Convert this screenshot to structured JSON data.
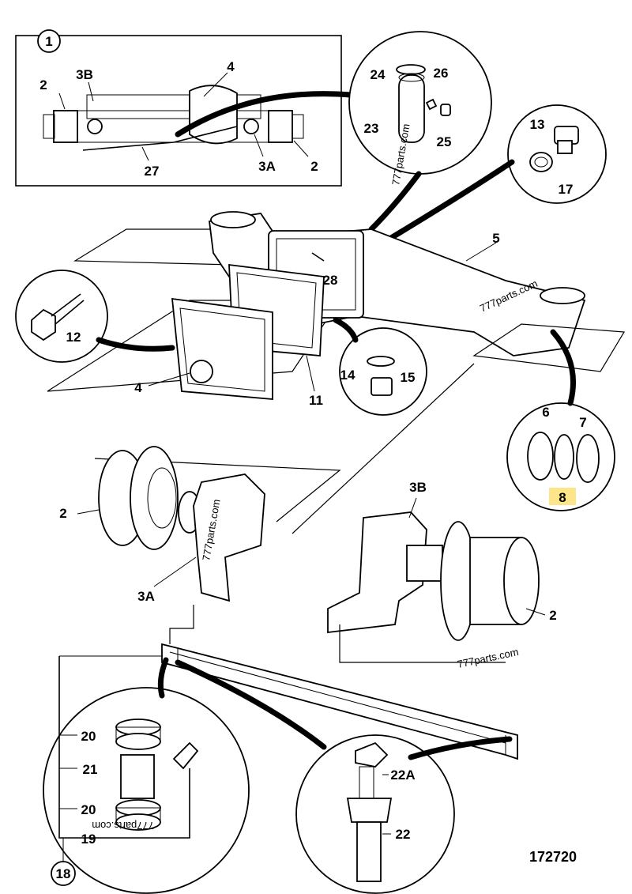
{
  "diagram": {
    "drawing_number": "172720",
    "watermark": "777parts.com",
    "callouts": {
      "inset_1": "1",
      "inset_18": "18",
      "top_3b": "3B",
      "top_4": "4",
      "top_2_left": "2",
      "top_2_right": "2",
      "top_27": "27",
      "top_3a": "3A",
      "p24": "24",
      "p26": "26",
      "p23": "23",
      "p25": "25",
      "p13": "13",
      "p17": "17",
      "p5": "5",
      "p28": "28",
      "p12": "12",
      "p4": "4",
      "p11": "11",
      "p14": "14",
      "p15": "15",
      "p6": "6",
      "p7": "7",
      "p8": "8",
      "p2_left": "2",
      "p3a": "3A",
      "p3b": "3B",
      "p2_right": "2",
      "p20_top": "20",
      "p21": "21",
      "p20_bottom": "20",
      "p19": "19",
      "p22a": "22A",
      "p22": "22"
    },
    "highlight_color": "#fde68a"
  }
}
